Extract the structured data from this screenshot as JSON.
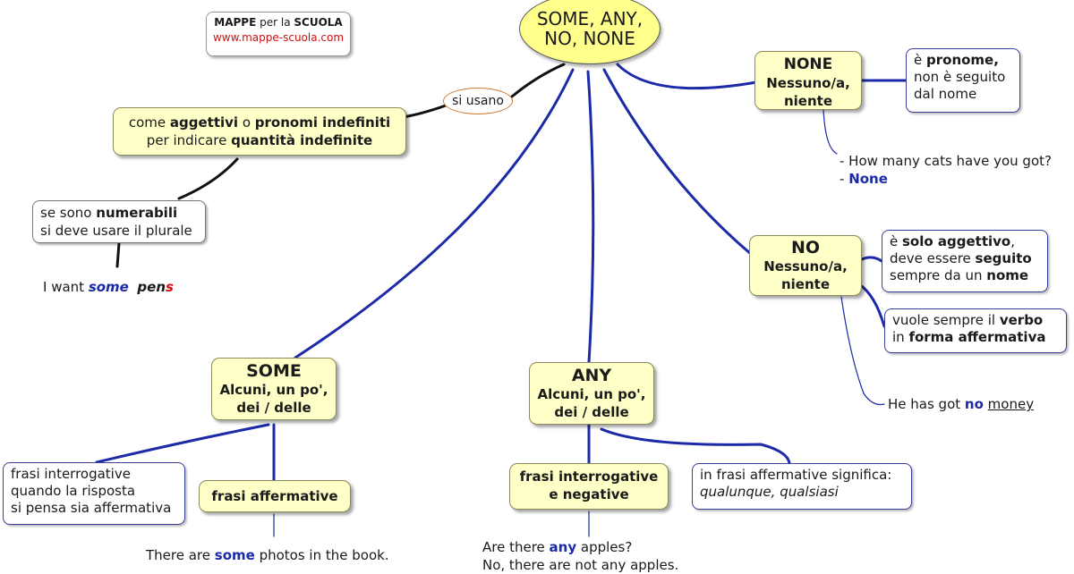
{
  "logo": {
    "brand_a": "MAPPE",
    "connector": "per la",
    "brand_b": "SCUOLA",
    "url": "www.mappe-scuola.com"
  },
  "colors": {
    "node_fill": "#ffffc8",
    "title_fill": "#ffff8c",
    "blue_connector": "#1c2aa8",
    "emphasis_red": "#cc1111",
    "oval_border": "#d07a30"
  },
  "title": {
    "line1": "SOME, ANY,",
    "line2": "NO, NONE"
  },
  "si_usano": "si usano",
  "use": {
    "t1": "come ",
    "b1": "aggettivi",
    "t2": " o ",
    "b2": "pronomi indefiniti",
    "t3": "per indicare ",
    "b3": "quantità indefinite"
  },
  "numerabili": {
    "t1": "se sono ",
    "b1": "numerabili",
    "line2": "si deve usare il plurale"
  },
  "pens": {
    "t1": "I want ",
    "some": "some",
    "pen": "pen",
    "s": "s"
  },
  "none": {
    "head": "NONE",
    "sub1": "Nessuno/a,",
    "sub2": "niente",
    "note": {
      "t1": "è ",
      "b1": "pronome,",
      "line2": "non è seguito",
      "line3": "dal nome"
    },
    "example": {
      "line1": "- How many cats have you got?",
      "dash": "- ",
      "answer": "None"
    }
  },
  "no": {
    "head": "NO",
    "sub1": "Nessuno/a,",
    "sub2": "niente",
    "note1": {
      "t1": "è ",
      "b1": "solo aggettivo",
      "t2": ",",
      "t3": "deve essere ",
      "b2": "seguito",
      "t4": "sempre da un ",
      "b3": "nome"
    },
    "note2": {
      "t1": "vuole sempre il ",
      "b1": "verbo",
      "t2": "in ",
      "b2": "forma affermativa"
    },
    "example": {
      "t1": "He has got ",
      "no": "no",
      "space": " ",
      "money": "money"
    }
  },
  "some": {
    "head": "SOME",
    "sub1": "Alcuni, un po',",
    "sub2": "dei / delle",
    "interrog": {
      "line1": "frasi interrogative",
      "line2": "quando la risposta",
      "line3": "si pensa sia affermativa"
    },
    "affirm": "frasi affermative",
    "example": {
      "t1": "There are ",
      "some": "some",
      "t2": " photos in the book."
    }
  },
  "any": {
    "head": "ANY",
    "sub1": "Alcuni, un po',",
    "sub2": "dei / delle",
    "interrog": {
      "line1": "frasi interrogative",
      "line2": "e negative"
    },
    "affirm": {
      "line1": "in frasi affermative significa:",
      "line2": "qualunque, qualsiasi"
    },
    "example": {
      "t1": "Are there ",
      "any": "any",
      "t2": " apples?",
      "line2": "No, there are not any apples."
    }
  }
}
